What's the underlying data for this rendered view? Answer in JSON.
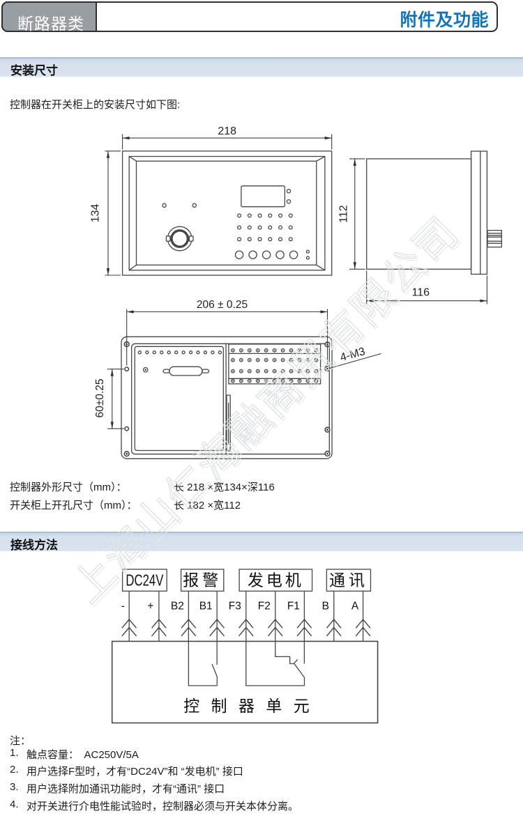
{
  "header": {
    "category_tab": "断路器类",
    "page_title": "附件及功能"
  },
  "install_section": {
    "title": "安装尺寸",
    "intro": "控制器在开关柜上的安装尺寸如下图:",
    "dims": {
      "front_width": "218",
      "front_height": "134",
      "side_height": "112",
      "side_depth": "116",
      "rear_hole_width": "206 ± 0.25",
      "rear_hole_height": "60±0.25",
      "rear_hole_label": "4-M3"
    },
    "outline_label": "控制器外形尺寸（mm）：",
    "outline_value": "长 218 ×宽134×深116",
    "cutout_label": "开关柜上开孔尺寸（mm）：",
    "cutout_value": "长 182 ×宽112"
  },
  "wiring_section": {
    "title": "接线方法",
    "groups": [
      {
        "label": "DC24V",
        "terminals": [
          "-",
          "+"
        ]
      },
      {
        "label": "报警",
        "terminals": [
          "B2",
          "B1"
        ]
      },
      {
        "label": "发电机",
        "terminals": [
          "F3",
          "F2",
          "F1"
        ]
      },
      {
        "label": "通讯",
        "terminals": [
          "B",
          "A"
        ]
      }
    ],
    "terminals": [
      "-",
      "+",
      "B2",
      "B1",
      "F3",
      "F2",
      "F1",
      "B",
      "A"
    ],
    "unit_label": "控 制 器 单 元"
  },
  "notes": {
    "heading": "注：",
    "items": [
      {
        "num": "1.",
        "text": "触点容量：　AC250V/5A"
      },
      {
        "num": "2.",
        "text": "用户选择F型时，才有“DC24V”和 “发电机” 接口"
      },
      {
        "num": "3.",
        "text": "用户选择附加通讯功能时，才有“通讯” 接口"
      },
      {
        "num": "4.",
        "text": "对开关进行介电性能试验时，控制器必须与开关本体分离。"
      }
    ]
  },
  "watermark": {
    "text": "上海山仁海融商贸有限公司"
  },
  "colors": {
    "accent_blue": "#1173bb",
    "tab_gray": "#999ea3",
    "section_bar_fill": "#d9e3ef",
    "section_bar_border": "#a9bfd6",
    "drawing_line": "#454545"
  }
}
